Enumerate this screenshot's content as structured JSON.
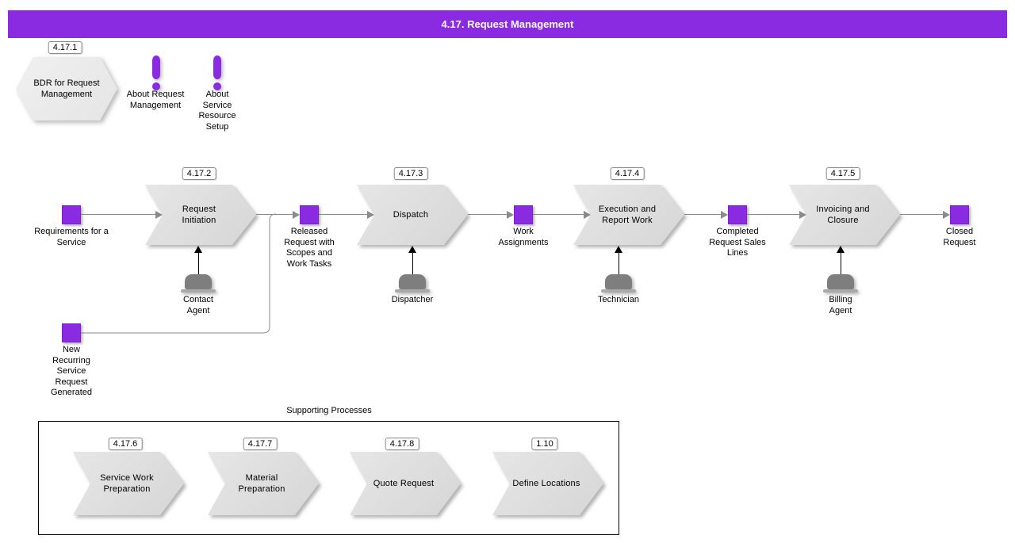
{
  "title_bar": {
    "title": "4.17. Request Management"
  },
  "colors": {
    "accent_purple": "#8a2be2",
    "shape_fill": "#dcdcdc",
    "connector_gray": "#8a8a8a"
  },
  "bdr_hexagon": {
    "badge": "4.17.1",
    "label": "BDR for Request Management"
  },
  "about_notes": [
    {
      "label": "About Request Management"
    },
    {
      "label": "About Service Resource Setup"
    }
  ],
  "flow": {
    "start_event": {
      "label": "Requirements for a Service"
    },
    "recurring_event": {
      "label": "New Recurring Service Request Generated"
    },
    "steps": [
      {
        "badge": "4.17.2",
        "label": "Request Initiation",
        "actor": "Contact Agent",
        "output": "Released Request with Scopes and Work Tasks"
      },
      {
        "badge": "4.17.3",
        "label": "Dispatch",
        "actor": "Dispatcher",
        "output": "Work Assignments"
      },
      {
        "badge": "4.17.4",
        "label": "Execution and Report Work",
        "actor": "Technician",
        "output": "Completed Request Sales Lines"
      },
      {
        "badge": "4.17.5",
        "label": "Invoicing and Closure",
        "actor": "Billing Agent",
        "output": "Closed Request"
      }
    ]
  },
  "supporting": {
    "title": "Supporting Processes",
    "steps": [
      {
        "badge": "4.17.6",
        "label": "Service Work Preparation"
      },
      {
        "badge": "4.17.7",
        "label": "Material Preparation"
      },
      {
        "badge": "4.17.8",
        "label": "Quote Request"
      },
      {
        "badge": "1.10",
        "label": "Define Locations"
      }
    ]
  }
}
